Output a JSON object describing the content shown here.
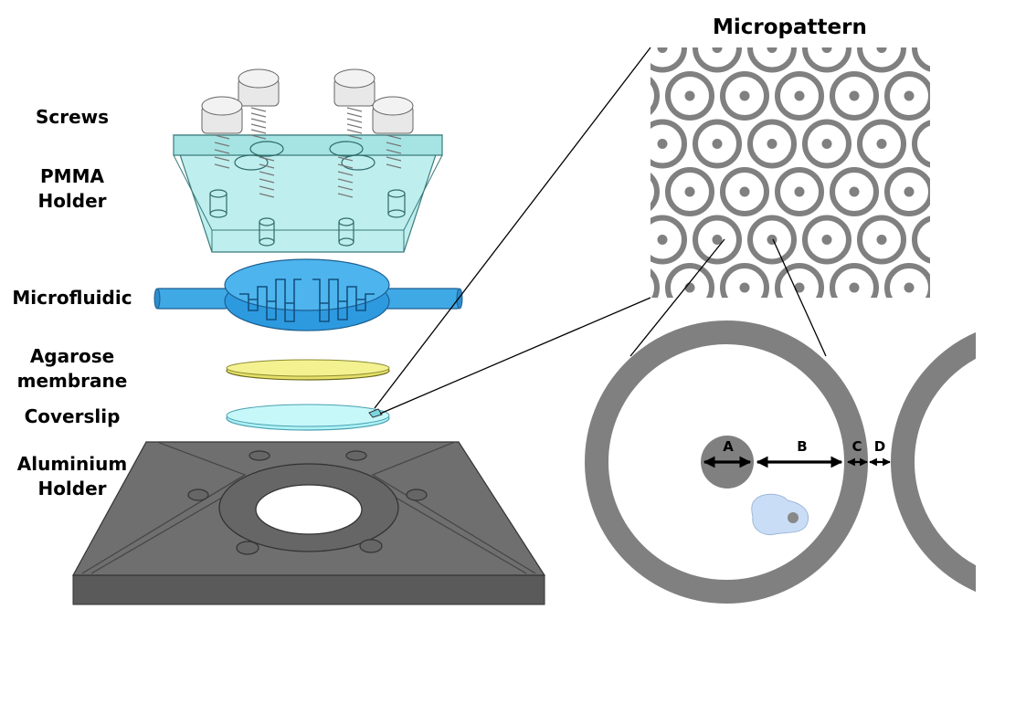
{
  "labels": {
    "screws": "Screws",
    "pmma_line1": "PMMA",
    "pmma_line2": "Holder",
    "microfluidic": "Microfluidic",
    "agarose_line1": "Agarose",
    "agarose_line2": "membrane",
    "coverslip": "Coverslip",
    "aluminium_line1": "Aluminium",
    "aluminium_line2": "Holder"
  },
  "micropattern": {
    "title": "Micropattern",
    "dimensions": [
      "A",
      "B",
      "C",
      "D"
    ]
  },
  "colors": {
    "pmma": "#b8ecec",
    "microfluidic": "#3fa9e6",
    "agarose": "#f2ef84",
    "coverslip": "#aef2f6",
    "aluminium": "#6b6b6b",
    "pattern": "#808080",
    "cell": "#c9ddf6"
  }
}
